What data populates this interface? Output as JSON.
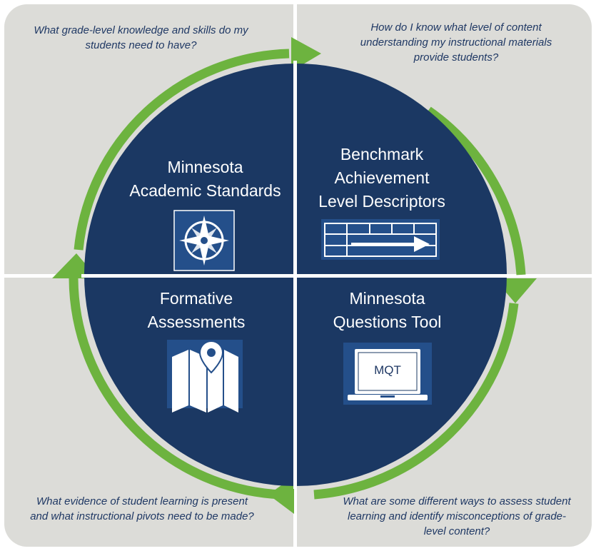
{
  "quadrants": {
    "top_left": {
      "title_line1": "Minnesota",
      "title_line2": "Academic Standards",
      "icon": "compass-rose-icon",
      "question": "What grade-level knowledge and skills do my students need to have?"
    },
    "top_right": {
      "title_line1": "Benchmark",
      "title_line2": "Achievement",
      "title_line3": "Level Descriptors",
      "icon": "progress-table-icon",
      "question": "How do I know what level of content understanding my instructional materials provide students?"
    },
    "bottom_right": {
      "title_line1": "Minnesota",
      "title_line2": "Questions Tool",
      "icon": "laptop-icon",
      "icon_label": "MQT",
      "question": "What are some different ways to assess student learning and identify misconceptions of grade-level content?"
    },
    "bottom_left": {
      "title_line1": "Formative",
      "title_line2": "Assessments",
      "icon": "map-pin-icon",
      "question": "What evidence of student learning is present and what instructional pivots need to be made?"
    }
  },
  "colors": {
    "panel": "#dcdcd8",
    "circle": "#1b3863",
    "arrow": "#6db33f",
    "question_text": "#1f3864",
    "title_text": "#ffffff"
  }
}
